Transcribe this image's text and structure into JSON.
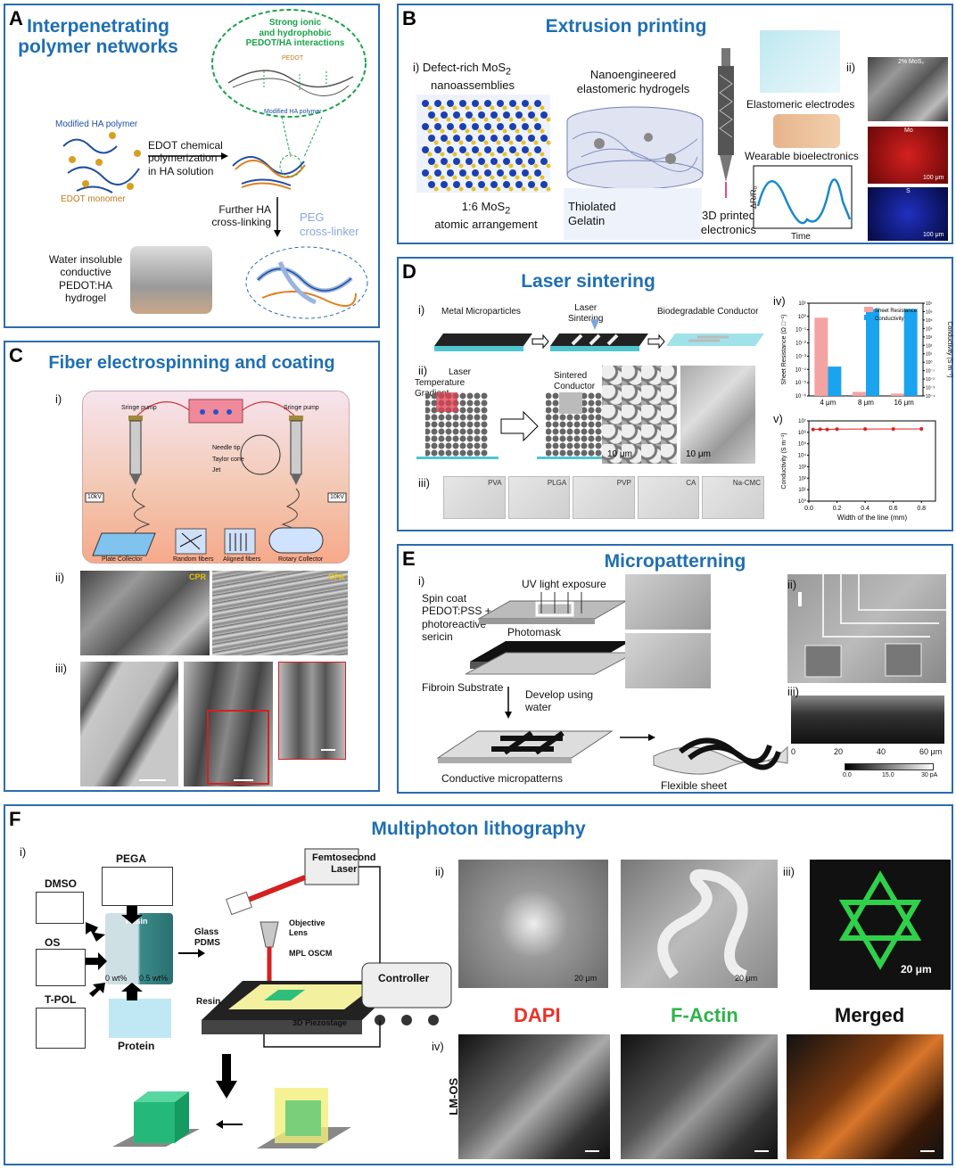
{
  "panels": {
    "A": {
      "label": "A",
      "title_l1": "Interpenetrating",
      "title_l2": "polymer networks",
      "bubble_l1": "Strong ionic",
      "bubble_l2": "and hydrophobic",
      "bubble_l3": "PEDOT/HA interactions",
      "pedot": "PEDOT",
      "mod_ha_bubble": "Modified HA polymer",
      "mod_ha": "Modified HA polymer",
      "edot_monomer": "EDOT monomer",
      "step1_l1": "EDOT chemical",
      "step1_l2": "polymerization",
      "step1_l3": "in HA solution",
      "step2_l1": "Further HA",
      "step2_l2": "cross-linking",
      "peg_l1": "PEG",
      "peg_l2": "cross-linker",
      "water_l1": "Water insoluble",
      "water_l2": "conductive",
      "water_l3": "PEDOT:HA",
      "water_l4": "hydrogel"
    },
    "B": {
      "label": "B",
      "title": "Extrusion printing",
      "i": "i)",
      "defect_l1": "Defect-rich MoS",
      "defect_l2": "nanoassemblies",
      "nano_l1": "Nanoengineered",
      "nano_l2": "elastomeric hydrogels",
      "ratio_l1": "1:6 MoS",
      "ratio_l2": "atomic arrangement",
      "thiol_l1": "Thiolated",
      "thiol_l2": "Gelatin",
      "printed_l1": "3D printed",
      "printed_l2": "electronics",
      "elastomeric": "Elastomeric electrodes",
      "wearable": "Wearable bioelectronics",
      "ylabel": "ΔR/R₀",
      "xlabel": "Time",
      "ii": "ii)",
      "mos2_pct": "2% MoS₂",
      "mo": "Mo",
      "s": "S",
      "scale1": "100 μm",
      "scale2": "100 μm"
    },
    "C": {
      "label": "C",
      "title": "Fiber electrospinning and coating",
      "i": "i)",
      "pump_left": "Sringe pump",
      "pump_right": "Sringe pump",
      "needle": "Needle tip",
      "taylor": "Taylor cone",
      "jet": "Jet",
      "kv_left": "10kV",
      "kv_right": "10kV",
      "plate": "Plate Collector",
      "random": "Random fibers",
      "aligned": "Aligned fibers",
      "rotary": "Rotary Collector",
      "ii": "ii)",
      "cpr": "CPR",
      "cpa": "CPA",
      "iii": "iii)"
    },
    "D": {
      "label": "D",
      "title": "Laser sintering",
      "i": "i)",
      "metal": "Metal Microparticles",
      "laser_l1": "Laser",
      "laser_l2": "Sintering",
      "bio": "Biodegradable Conductor",
      "ii": "ii)",
      "laser": "Laser",
      "temp_l1": "Temperature",
      "temp_l2": "Gradient",
      "sint_l1": "Sintered",
      "sint_l2": "Conductor",
      "scale1": "10 μm",
      "scale2": "10 μm",
      "iii": "iii)",
      "substrates": [
        "PVA",
        "PLGA",
        "PVP",
        "CA",
        "Na-CMC"
      ],
      "iv": "iv)",
      "v": "v)"
    },
    "E": {
      "label": "E",
      "title": "Micropatterning",
      "i": "i)",
      "spin_l1": "Spin coat",
      "spin_l2": "PEDOT:PSS +",
      "spin_l3": "photoreactive",
      "spin_l4": "sericin",
      "uv": "UV light exposure",
      "photomask": "Photomask",
      "fibroin": "Fibroin Substrate",
      "develop_l1": "Develop using",
      "develop_l2": "water",
      "conductive": "Conductive micropatterns",
      "flexible": "Flexible sheet",
      "ii": "ii)",
      "iii": "iii)",
      "axis_ticks": [
        "0",
        "20",
        "40",
        "60 μm"
      ],
      "cbar_ticks": [
        "0.0",
        "15.0",
        "30 pA"
      ]
    },
    "F": {
      "label": "F",
      "title": "Multiphoton lithography",
      "i": "i)",
      "pega": "PEGA",
      "dmso": "DMSO",
      "os": "OS",
      "tpol": "T-POL",
      "resin": "Resin",
      "wt0": "0 wt%",
      "wt05": "0.5 wt%",
      "protein": "Protein",
      "femto_l1": "Femtosecond",
      "femto_l2": "Laser",
      "obj_l1": "Objective",
      "obj_l2": "Lens",
      "glass": "Glass",
      "pdms": "PDMS",
      "mpl": "MPL OSCM",
      "resin2": "Resin",
      "controller": "Controller",
      "piezo": "3D Piezostage",
      "ii": "ii)",
      "iii": "iii)",
      "iv": "iv)",
      "scale_snow": "20 μm",
      "scale_spiral": "20 μm",
      "scale_green": "20 μm",
      "dapi": "DAPI",
      "factin": "F-Actin",
      "merged": "Merged",
      "lmos": "LM-OS"
    }
  },
  "chart_data": [
    {
      "type": "bar",
      "title": "",
      "categories": [
        "4 μm",
        "8 μm",
        "16 μm"
      ],
      "series": [
        {
          "name": "Sheet Resistance",
          "values": [
            0.8,
            2e-06,
            1.5e-06
          ],
          "color": "#f4a3a3"
        },
        {
          "name": "Conductivity",
          "values": [
            0.3,
            2000000,
            2000000
          ],
          "color": "#1aa3ef"
        }
      ],
      "ylabel": "Sheet Resistance (Ω □⁻¹)",
      "y2label": "Conductivity (S m⁻¹)",
      "yscale": "log",
      "ylim": [
        1e-06,
        10
      ],
      "ytick_labels": [
        "10⁻⁶",
        "10⁻⁵",
        "10⁻⁴",
        "10⁻³",
        "10⁻²",
        "10⁻¹",
        "10⁰",
        "10¹"
      ],
      "y2lim": [
        0.0001,
        10000000
      ],
      "y2tick_labels": [
        "10⁻⁴",
        "10⁻³",
        "10⁻²",
        "10⁻¹",
        "10⁰",
        "10¹",
        "10²",
        "10³",
        "10⁴",
        "10⁵",
        "10⁶",
        "10⁷"
      ]
    },
    {
      "type": "line",
      "title": "",
      "x": [
        0.03,
        0.08,
        0.13,
        0.2,
        0.4,
        0.6,
        0.8
      ],
      "series": [
        {
          "name": "",
          "values": [
            1800000,
            1850000,
            1800000,
            1900000,
            1950000,
            1950000,
            2000000
          ],
          "color": "#e02020"
        }
      ],
      "xlabel": "Width of the line (mm)",
      "ylabel": "Conductivity (S m⁻¹)",
      "yscale": "log",
      "xlim": [
        0,
        0.9
      ],
      "ylim": [
        1,
        10000000
      ],
      "xticks": [
        0.0,
        0.2,
        0.4,
        0.6,
        0.8
      ],
      "xtick_labels": [
        "0.0",
        "0.2",
        "0.4",
        "0.6",
        "0.8"
      ],
      "ytick_labels": [
        "10⁰",
        "10¹",
        "10²",
        "10³",
        "10⁴",
        "10⁵",
        "10⁶",
        "10⁷"
      ]
    }
  ],
  "colors": {
    "panel_border": "#2b6cb0",
    "title_blue": "#1f6fb2",
    "bubble_green": "#1aa34a",
    "dapi_red": "#e8332a",
    "factin_green": "#2fb34a"
  }
}
